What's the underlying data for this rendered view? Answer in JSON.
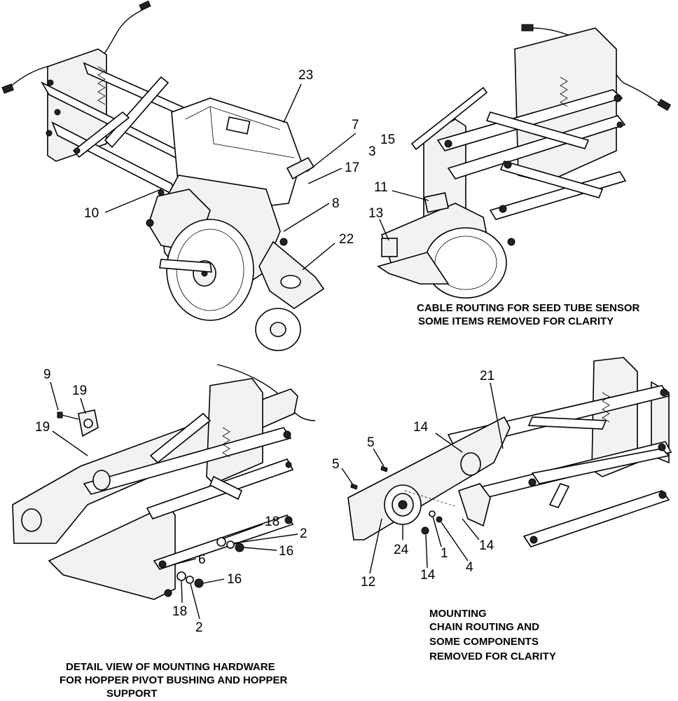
{
  "callouts": {
    "top_left": [
      "23",
      "7",
      "3",
      "15",
      "17",
      "10",
      "8",
      "22"
    ],
    "top_right": [
      "11",
      "13"
    ],
    "bottom_left": [
      "9",
      "19",
      "19",
      "18",
      "2",
      "16",
      "6",
      "16",
      "18",
      "2"
    ],
    "bottom_right": [
      "21",
      "14",
      "5",
      "5",
      "14",
      "24",
      "1",
      "4",
      "12",
      "14"
    ]
  },
  "captions": {
    "cable_routing": [
      "CABLE ROUTING FOR SEED TUBE SENSOR",
      "SOME ITEMS REMOVED FOR CLARITY"
    ],
    "mounting": [
      "MOUNTING",
      "CHAIN ROUTING AND",
      "SOME COMPONENTS",
      "REMOVED FOR CLARITY"
    ],
    "detail_view": [
      "DETAIL VIEW OF MOUNTING HARDWARE",
      "FOR HOPPER PIVOT BUSHING AND HOPPER",
      "SUPPORT"
    ]
  }
}
